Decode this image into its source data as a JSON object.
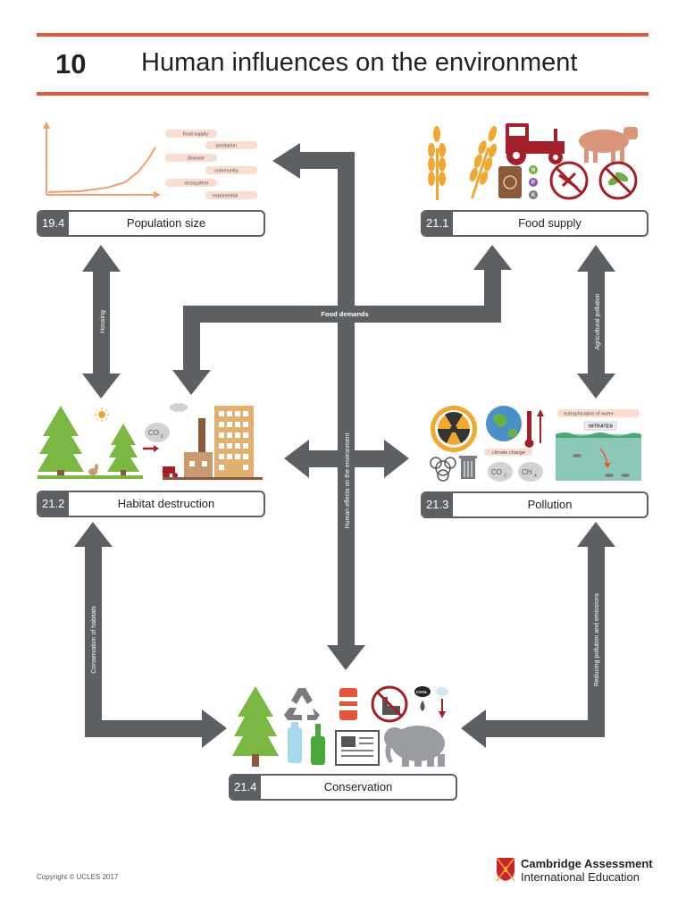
{
  "header": {
    "chapter_number": "10",
    "chapter_title": "Human influences on the environment"
  },
  "topics": [
    {
      "number": "19.4",
      "label": "Population size"
    },
    {
      "number": "21.1",
      "label": "Food supply"
    },
    {
      "number": "21.2",
      "label": "Habitat destruction"
    },
    {
      "number": "21.3",
      "label": "Pollution"
    },
    {
      "number": "21.4",
      "label": "Conservation"
    }
  ],
  "arrows": {
    "housing": "Housing",
    "food_demands": "Food demands",
    "human_effects": "Human effects on the environment",
    "agricultural_pollution": "Agricultural pollution",
    "conservation_of_habitats": "Conservation of habitats",
    "reducing_pollution": "Reducing pollution and emissions"
  },
  "population_tags": [
    "food supply",
    "predation",
    "disease",
    "community",
    "ecosystem",
    "exponential"
  ],
  "fertilizer_letters": [
    "N",
    "P",
    "K"
  ],
  "pollution_labels": {
    "co2": "CO",
    "co2_sub": "2",
    "ch4": "CH",
    "ch4_sub": "4",
    "climate_change": "climate change",
    "eutrophication": "eutrophication of water",
    "nitrates": "NITRATES"
  },
  "habitat_labels": {
    "co2": "CO",
    "co2_sub": "2"
  },
  "conservation_labels": {
    "coal": "COAL"
  },
  "footer": {
    "copyright": "Copyright © UCLES 2017",
    "brand_line1": "Cambridge Assessment",
    "brand_line2": "International Education"
  },
  "colors": {
    "accent": "#e4553a",
    "arrow_grey": "#5d6063",
    "tree_green": "#7ab743",
    "wheat": "#f0a830",
    "tractor_red": "#a42028",
    "cow": "#d9967a"
  }
}
